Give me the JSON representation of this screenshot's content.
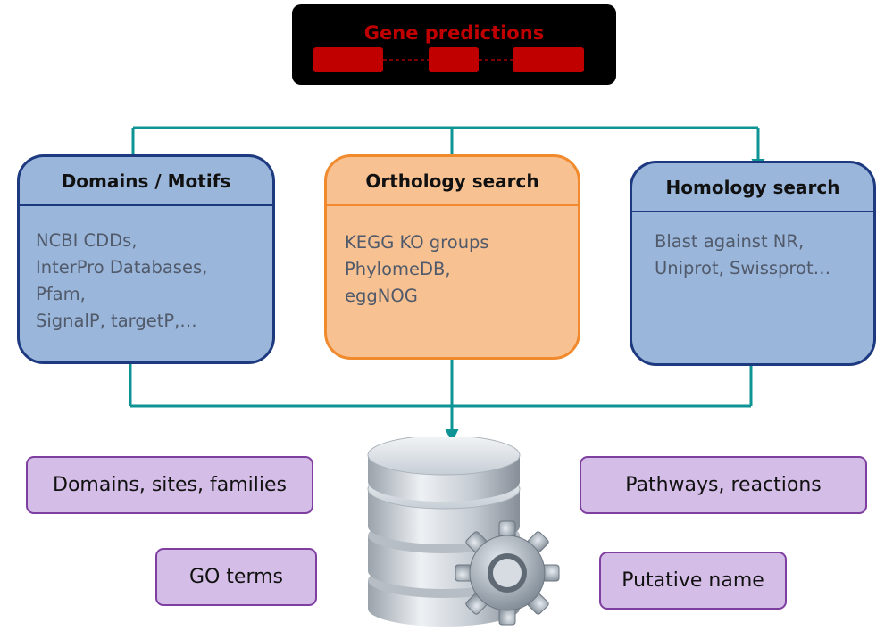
{
  "gene": {
    "title": "Gene predictions"
  },
  "panels": {
    "domains": {
      "title": "Domains / Motifs",
      "lines": [
        "NCBI CDDs,",
        "InterPro Databases,",
        "Pfam,",
        "SignalP, targetP,…"
      ]
    },
    "orthology": {
      "title": "Orthology search",
      "lines": [
        "KEGG KO groups",
        "PhylomeDB,",
        "eggNOG"
      ]
    },
    "homology": {
      "title": "Homology search",
      "lines": [
        "Blast against NR,",
        "Uniprot, Swissprot…"
      ]
    }
  },
  "outputs": {
    "domains_sites": "Domains, sites, families",
    "pathways": "Pathways, reactions",
    "go_terms": "GO terms",
    "putative_name": "Putative name"
  },
  "colors": {
    "arrow": "#0e9494",
    "gene_bg": "#000000",
    "gene_text": "#c00000",
    "exon": "#c00000",
    "blue_fill": "#9bb6db",
    "blue_border": "#1d3a80",
    "orange_fill": "#f8c191",
    "orange_border": "#f08a2c",
    "purple_fill": "#d4bde6",
    "purple_border": "#7e3fa0"
  },
  "icons": [
    "database-icon",
    "gear-icon"
  ]
}
